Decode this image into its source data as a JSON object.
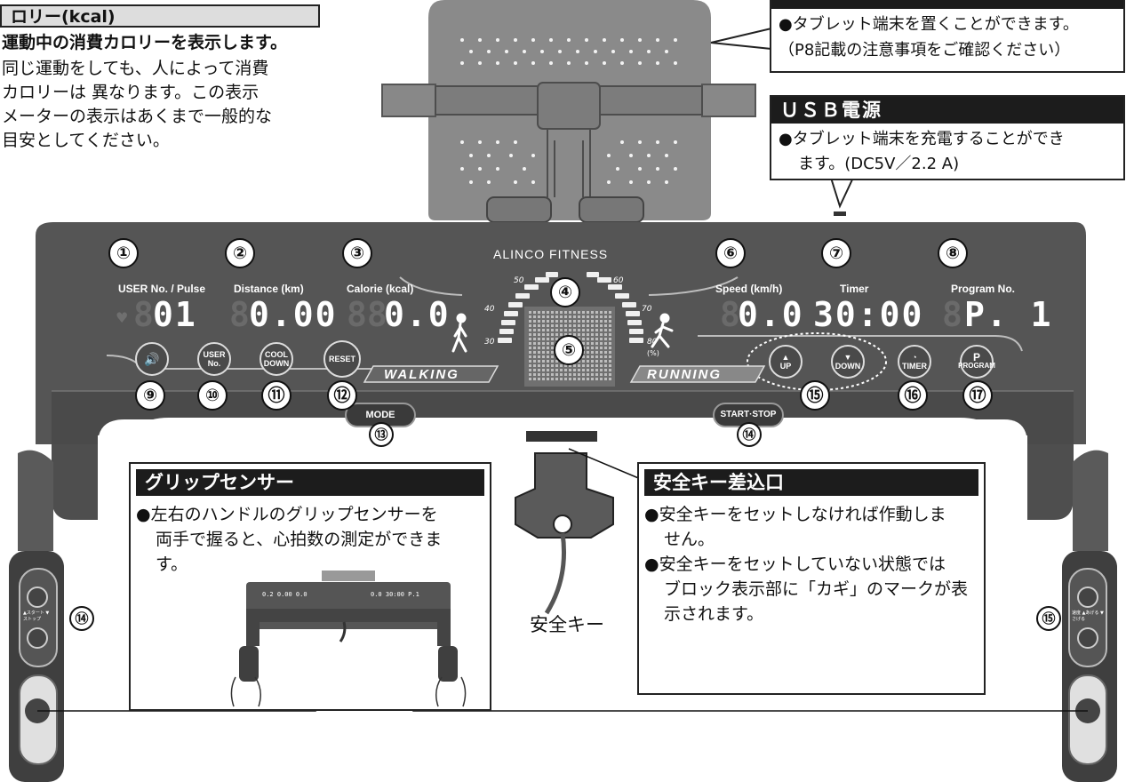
{
  "calorie_note": {
    "title": "ロリー(kcal)",
    "lines": [
      "運動中の消費カロリーを表示します。",
      "同じ運動をしても、人によって消費",
      "カロリーは 異なります。この表示",
      "メーターの表示はあくまで一般的な",
      "目安としてください。"
    ]
  },
  "tablet_note": {
    "lines": [
      "●タブレット端末を置くことができます。",
      "（P8記載の注意事項をご確認ください）"
    ]
  },
  "usb_note": {
    "title": "ＵＳＢ電源",
    "lines": [
      "●タブレット端末を充電することができ",
      "ます。(DC5V／2.2 A)"
    ]
  },
  "grip_note": {
    "title": "グリップセンサー",
    "lines": [
      "●左右のハンドルのグリップセンサーを",
      "両手で握ると、心拍数の測定ができま",
      "す。"
    ]
  },
  "safety_note": {
    "title": "安全キー差込口",
    "lines": [
      "●安全キーをセットしなければ作動しま",
      "せん。",
      "●安全キーをセットしていない状態では",
      "ブロック表示部に「カギ」のマークが表",
      "示されます。"
    ]
  },
  "safety_key_label": "安全キー",
  "console": {
    "brand": "ALINCO FITNESS",
    "labels": {
      "user_pulse": "USER No. / Pulse",
      "distance": "Distance (km)",
      "calorie": "Calorie (kcal)",
      "speed": "Speed (km/h)",
      "timer": "Timer",
      "program": "Program No."
    },
    "values": {
      "user": "01",
      "distance": "0.00",
      "calorie": "0.0",
      "speed": "0.0",
      "timer": "30:00",
      "program": "P. 1"
    },
    "gauge_ticks": [
      "30",
      "40",
      "50",
      "60",
      "70",
      "80",
      "(%)"
    ],
    "walking": "WALKING",
    "running": "RUNNING",
    "buttons": {
      "user": "USER No.",
      "cool": "COOL DOWN",
      "reset": "RESET",
      "up": "UP",
      "down": "DOWN",
      "timer": "TIMER",
      "program": "PROGRAM",
      "program_letter": "P",
      "mode": "MODE",
      "start_stop": "START·STOP"
    }
  },
  "numbers": [
    "①",
    "②",
    "③",
    "④",
    "⑤",
    "⑥",
    "⑦",
    "⑧",
    "⑨",
    "⑩",
    "⑪",
    "⑫",
    "⑬",
    "⑭",
    "⑮",
    "⑯",
    "⑰"
  ],
  "side_labels": {
    "left": "▲スタート ▼ストップ",
    "right": "速度 ▲あげる ▼さげる"
  }
}
